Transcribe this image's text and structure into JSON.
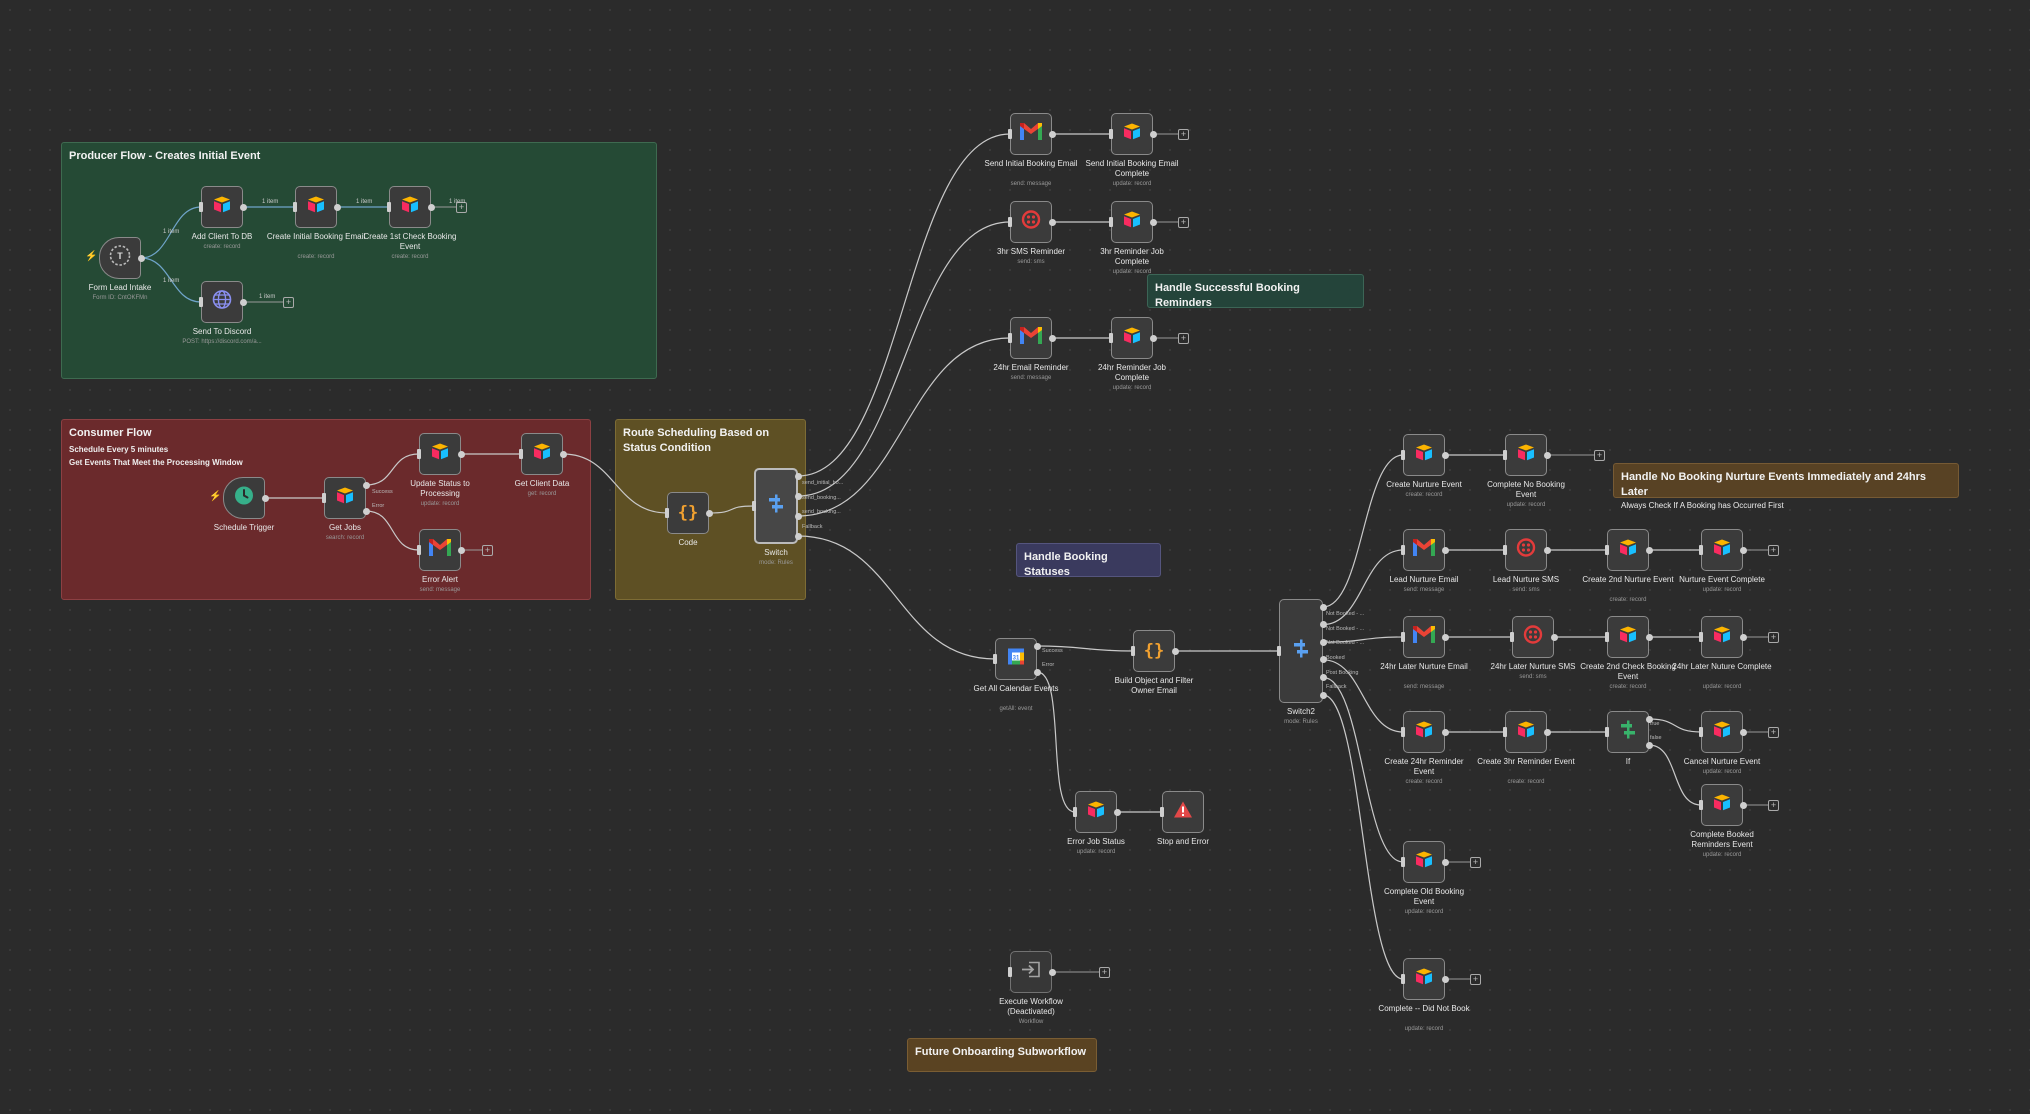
{
  "stickies": {
    "producer": {
      "title": "Producer Flow - Creates Initial Event"
    },
    "consumer": {
      "title": "Consumer Flow",
      "line1": "Schedule Every 5 minutes",
      "line2": "Get Events That Meet the Processing Window"
    },
    "route": {
      "title": "Route Scheduling Based on Status Condition"
    },
    "success": {
      "title": "Handle Successful Booking Reminders"
    },
    "statuses": {
      "title": "Handle Booking Statuses"
    },
    "nurture": {
      "title": "Handle No Booking Nurture Events Immediately and 24hrs Later",
      "line1": "Always Check If A Booking has Occurred First"
    },
    "onboarding": {
      "title": "Future Onboarding Subworkflow"
    }
  },
  "nodes": {
    "form_lead_intake": {
      "label": "Form Lead Intake",
      "sub": "Form ID: CntOKFMn",
      "icon": "form-trigger-icon"
    },
    "add_client": {
      "label": "Add Client To DB",
      "sub": "create: record",
      "icon": "airtable-icon"
    },
    "create_initial_booking_email": {
      "label": "Create Initial Booking Email",
      "sub": "create: record",
      "icon": "airtable-icon"
    },
    "create_1st_check": {
      "label": "Create 1st Check Booking Event",
      "sub": "create: record",
      "icon": "airtable-icon"
    },
    "send_to_discord": {
      "label": "Send To Discord",
      "sub": "POST: https://discord.com/a...",
      "icon": "globe-icon"
    },
    "schedule_trigger": {
      "label": "Schedule Trigger",
      "sub": "",
      "icon": "clock-icon"
    },
    "get_jobs": {
      "label": "Get Jobs",
      "sub": "search: record",
      "icon": "airtable-icon"
    },
    "update_status": {
      "label": "Update Status to Processing",
      "sub": "update: record",
      "icon": "airtable-icon"
    },
    "get_client_data": {
      "label": "Get Client Data",
      "sub": "get: record",
      "icon": "airtable-icon"
    },
    "error_alert": {
      "label": "Error Alert",
      "sub": "send: message",
      "icon": "gmail-icon"
    },
    "code": {
      "label": "Code",
      "sub": "",
      "icon": "code-icon"
    },
    "switch": {
      "label": "Switch",
      "sub": "mode: Rules",
      "icon": "switch-icon"
    },
    "send_initial_booking_email": {
      "label": "Send Initial Booking Email",
      "sub": "send: message",
      "icon": "gmail-icon"
    },
    "send_initial_booking_complete": {
      "label": "Send Initial Booking Email Complete",
      "sub": "update: record",
      "icon": "airtable-icon"
    },
    "sms_3hr": {
      "label": "3hr SMS Reminder",
      "sub": "send: sms",
      "icon": "sms-icon"
    },
    "job_3hr_complete": {
      "label": "3hr Reminder Job Complete",
      "sub": "update: record",
      "icon": "airtable-icon"
    },
    "email_24hr": {
      "label": "24hr Email Reminder",
      "sub": "send: message",
      "icon": "gmail-icon"
    },
    "job_24hr_complete": {
      "label": "24hr Reminder Job Complete",
      "sub": "update: record",
      "icon": "airtable-icon"
    },
    "get_all_calendar": {
      "label": "Get All Calendar Events",
      "sub": "getAll: event",
      "icon": "calendar-icon"
    },
    "build_object": {
      "label": "Build Object and Filter Owner Email",
      "sub": "",
      "icon": "code-icon"
    },
    "error_job_status": {
      "label": "Error Job Status",
      "sub": "update: record",
      "icon": "airtable-icon"
    },
    "stop_and_error": {
      "label": "Stop and Error",
      "sub": "",
      "icon": "warning-icon"
    },
    "switch2": {
      "label": "Switch2",
      "sub": "mode: Rules",
      "icon": "switch-icon"
    },
    "create_nurture": {
      "label": "Create Nurture Event",
      "sub": "create: record",
      "icon": "airtable-icon"
    },
    "complete_no_booking": {
      "label": "Complete No Booking Event",
      "sub": "update: record",
      "icon": "airtable-icon"
    },
    "lead_nurture_email": {
      "label": "Lead Nurture Email",
      "sub": "send: message",
      "icon": "gmail-icon"
    },
    "lead_nurture_sms": {
      "label": "Lead Nurture SMS",
      "sub": "send: sms",
      "icon": "sms-icon"
    },
    "create_2nd_nurture": {
      "label": "Create 2nd Nurture Event",
      "sub": "create: record",
      "icon": "airtable-icon"
    },
    "nurture_complete": {
      "label": "Nurture Event Complete",
      "sub": "update: record",
      "icon": "airtable-icon"
    },
    "later_nurture_email": {
      "label": "24hr Later Nurture Email",
      "sub": "send: message",
      "icon": "gmail-icon"
    },
    "later_nurture_sms": {
      "label": "24hr Later Nurture SMS",
      "sub": "send: sms",
      "icon": "sms-icon"
    },
    "create_2nd_check": {
      "label": "Create 2nd Check Booking Event",
      "sub": "create: record",
      "icon": "airtable-icon"
    },
    "later_nurture_complete": {
      "label": "24hr Later Nuture Complete",
      "sub": "update: record",
      "icon": "airtable-icon"
    },
    "create_24hr_reminder": {
      "label": "Create 24hr Reminder Event",
      "sub": "create: record",
      "icon": "airtable-icon"
    },
    "create_3hr_reminder": {
      "label": "Create 3hr Reminder Event",
      "sub": "create: record",
      "icon": "airtable-icon"
    },
    "if": {
      "label": "If",
      "sub": "",
      "icon": "if-icon"
    },
    "cancel_nurture": {
      "label": "Cancel Nurture Event",
      "sub": "update: record",
      "icon": "airtable-icon"
    },
    "complete_booked_reminders": {
      "label": "Complete Booked Reminders Event",
      "sub": "update: record",
      "icon": "airtable-icon"
    },
    "complete_old_booking": {
      "label": "Complete Old Booking Event",
      "sub": "update: record",
      "icon": "airtable-icon"
    },
    "complete_did_not_book": {
      "label": "Complete -- Did Not Book",
      "sub": "update: record",
      "icon": "airtable-icon"
    },
    "execute_workflow": {
      "label": "Execute Workflow (Deactivated)",
      "sub": "Workflow",
      "icon": "execute-workflow-icon"
    }
  },
  "edge_labels": {
    "one_item": "1 item"
  },
  "outputs": {
    "get_jobs": [
      "Success",
      "Error"
    ],
    "switch": [
      "send_initial_bo...",
      "send_booking...",
      "send_booking...",
      "Fallback"
    ],
    "get_all_calendar": [
      "Success",
      "Error"
    ],
    "switch2": [
      "Not Booked - ...",
      "Not Booked - ...",
      "Not Booked - ...",
      "Booked",
      "Post Booking",
      "Fallback"
    ],
    "if": [
      "true",
      "false"
    ]
  },
  "colors": {
    "producer": "#254a35",
    "consumer": "#6b2a2c",
    "route": "#5e5024",
    "success": "#24443a",
    "statuses": "#3a3a5e",
    "nurture": "#584224",
    "onboarding": "#5a4322"
  }
}
